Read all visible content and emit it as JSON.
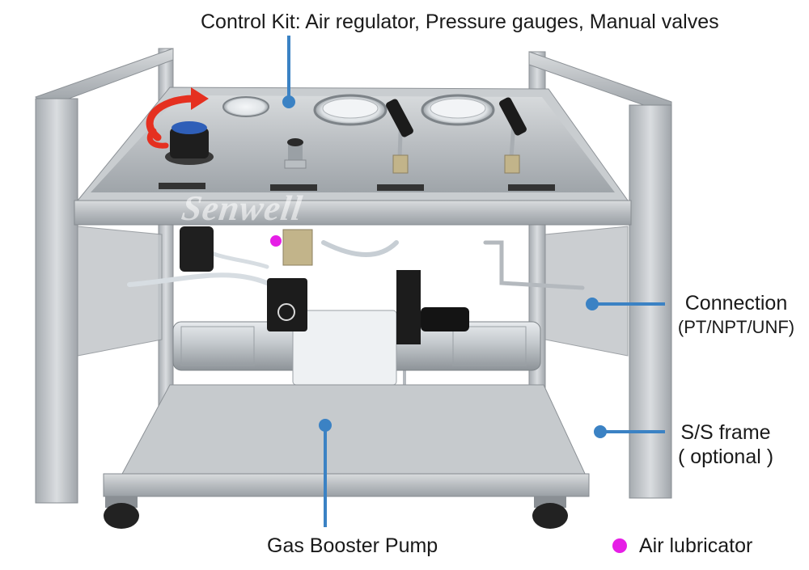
{
  "callouts": {
    "control_kit": "Control Kit: Air regulator, Pressure gauges, Manual valves",
    "connection_line1": "Connection",
    "connection_line2": "(PT/NPT/UNF)",
    "frame_line1": "S/S frame",
    "frame_line2": "( optional )",
    "pump": "Gas Booster Pump",
    "lubricator": "Air lubricator"
  },
  "watermark": "Senwell",
  "colors": {
    "callout_line": "#3b82c4",
    "lubricator_dot": "#e61ee6",
    "arrow": "#e53020",
    "steel": "#b9bec2",
    "steel_dark": "#8c9196"
  }
}
